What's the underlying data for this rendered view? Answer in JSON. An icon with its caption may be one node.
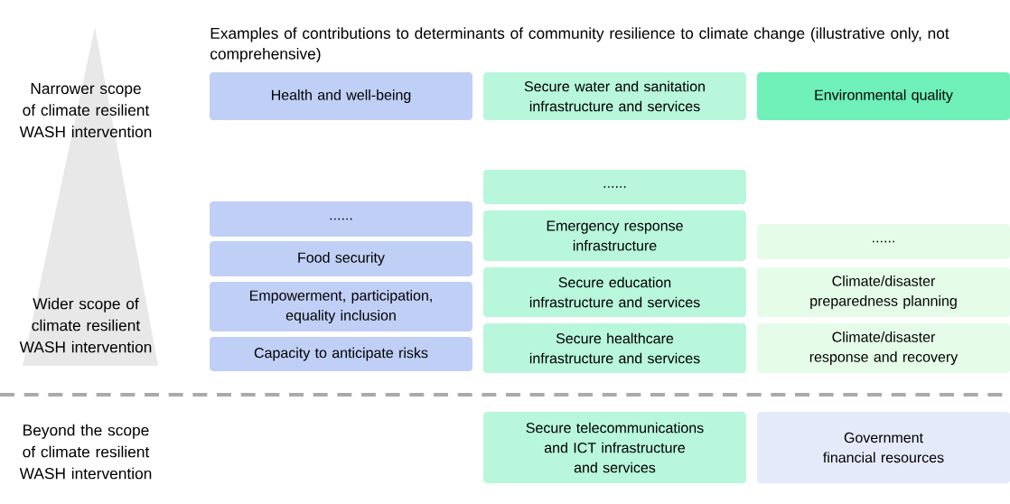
{
  "diagram": {
    "title": "Examples of contributions to determinants of community resilience to climate change (illustrative only, not comprehensive)",
    "nodes": [
      {
        "text": [
          "Health and well-being"
        ]
      },
      {
        "text": [
          "Secure water and sanitation infrastructure and services"
        ]
      },
      {
        "text": [
          "Environmental quality"
        ]
      },
      {
        "text": [
          "......"
        ]
      },
      {
        "text": [
          "Food security"
        ]
      },
      {
        "text": [
          "Empowerment, participation, equality inclusion"
        ]
      },
      {
        "text": [
          "Capacity to anticipate risks"
        ]
      },
      {
        "text": [
          "......"
        ]
      },
      {
        "text": [
          "Emergency response infrastructure"
        ]
      },
      {
        "text": [
          "Secure education infrastructure and services"
        ]
      },
      {
        "text": [
          "Secure healthcare infrastructure and services"
        ]
      },
      {
        "text": [
          "......"
        ]
      },
      {
        "text": [
          "Climate/disaster preparedness planning"
        ]
      },
      {
        "text": [
          "Climate/disaster response and recovery"
        ]
      },
      {
        "text": [
          "Secure telecommunications and ICT infrastructure and services"
        ]
      },
      {
        "text": [
          "Government financial resources"
        ]
      }
    ],
    "labels": [
      "Narrower scope of climate resilient WASH intervention",
      "Wider scope of climate resilient WASH intervention",
      "Beyond the scope of climate resilient WASH intervention"
    ]
  }
}
